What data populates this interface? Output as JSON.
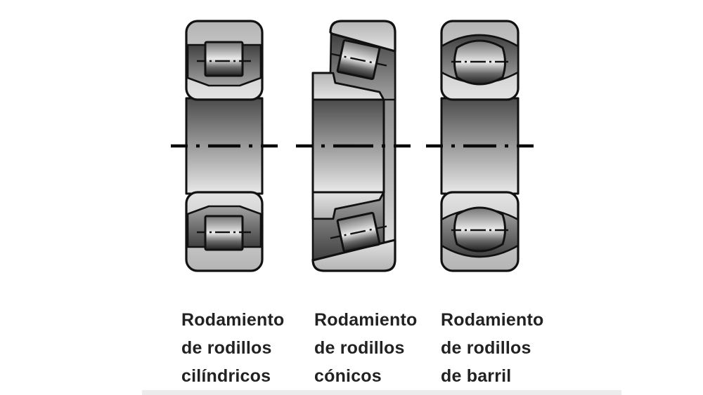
{
  "figures": [
    {
      "id": "cylindrical",
      "icon": "cylindrical-roller-bearing-cross-section",
      "label_lines": [
        "Rodamiento",
        "de rodillos",
        "cilíndricos"
      ]
    },
    {
      "id": "tapered",
      "icon": "tapered-roller-bearing-cross-section",
      "label_lines": [
        "Rodamiento",
        "de rodillos",
        "cónicos"
      ]
    },
    {
      "id": "barrel",
      "icon": "barrel-roller-bearing-cross-section",
      "label_lines": [
        "Rodamiento",
        "de rodillos",
        "de barril"
      ]
    }
  ],
  "colors": {
    "background": "#ffffff",
    "outline": "#111111",
    "metal_light": "#e1e1e1",
    "metal_mid": "#9a9a9a",
    "metal_dark": "#404040",
    "label_text": "#222222",
    "bottom_border": "#ececec"
  }
}
